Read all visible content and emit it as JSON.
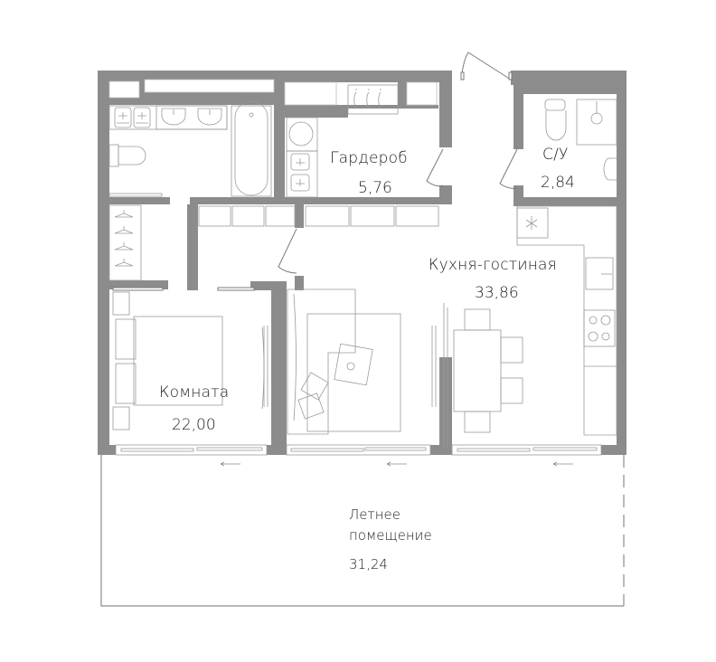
{
  "plan": {
    "wall_color": "#8c8c8c",
    "line_color": "#9a9a9a",
    "background": "#ffffff",
    "text_color": "#1e1e1e"
  },
  "rooms": {
    "wardrobe": {
      "name": "Гардероб",
      "area": "5,76"
    },
    "bathroom": {
      "name": "С/У",
      "area": "2,84"
    },
    "kitchen_living": {
      "name": "Кухня-гостиная",
      "area": "33,86"
    },
    "bedroom": {
      "name": "Комната",
      "area": "22,00"
    },
    "summer_room": {
      "name_line1": "Летнее",
      "name_line2": "помещение",
      "area": "31,24"
    }
  },
  "icons": {
    "arrow": "←",
    "hob": "stove-icon",
    "sink": "sink-icon",
    "toilet": "toilet-icon",
    "bathtub": "bathtub-icon",
    "washer": "washing-machine-icon",
    "hanger": "hanger-icon",
    "fan": "exhaust-icon"
  }
}
